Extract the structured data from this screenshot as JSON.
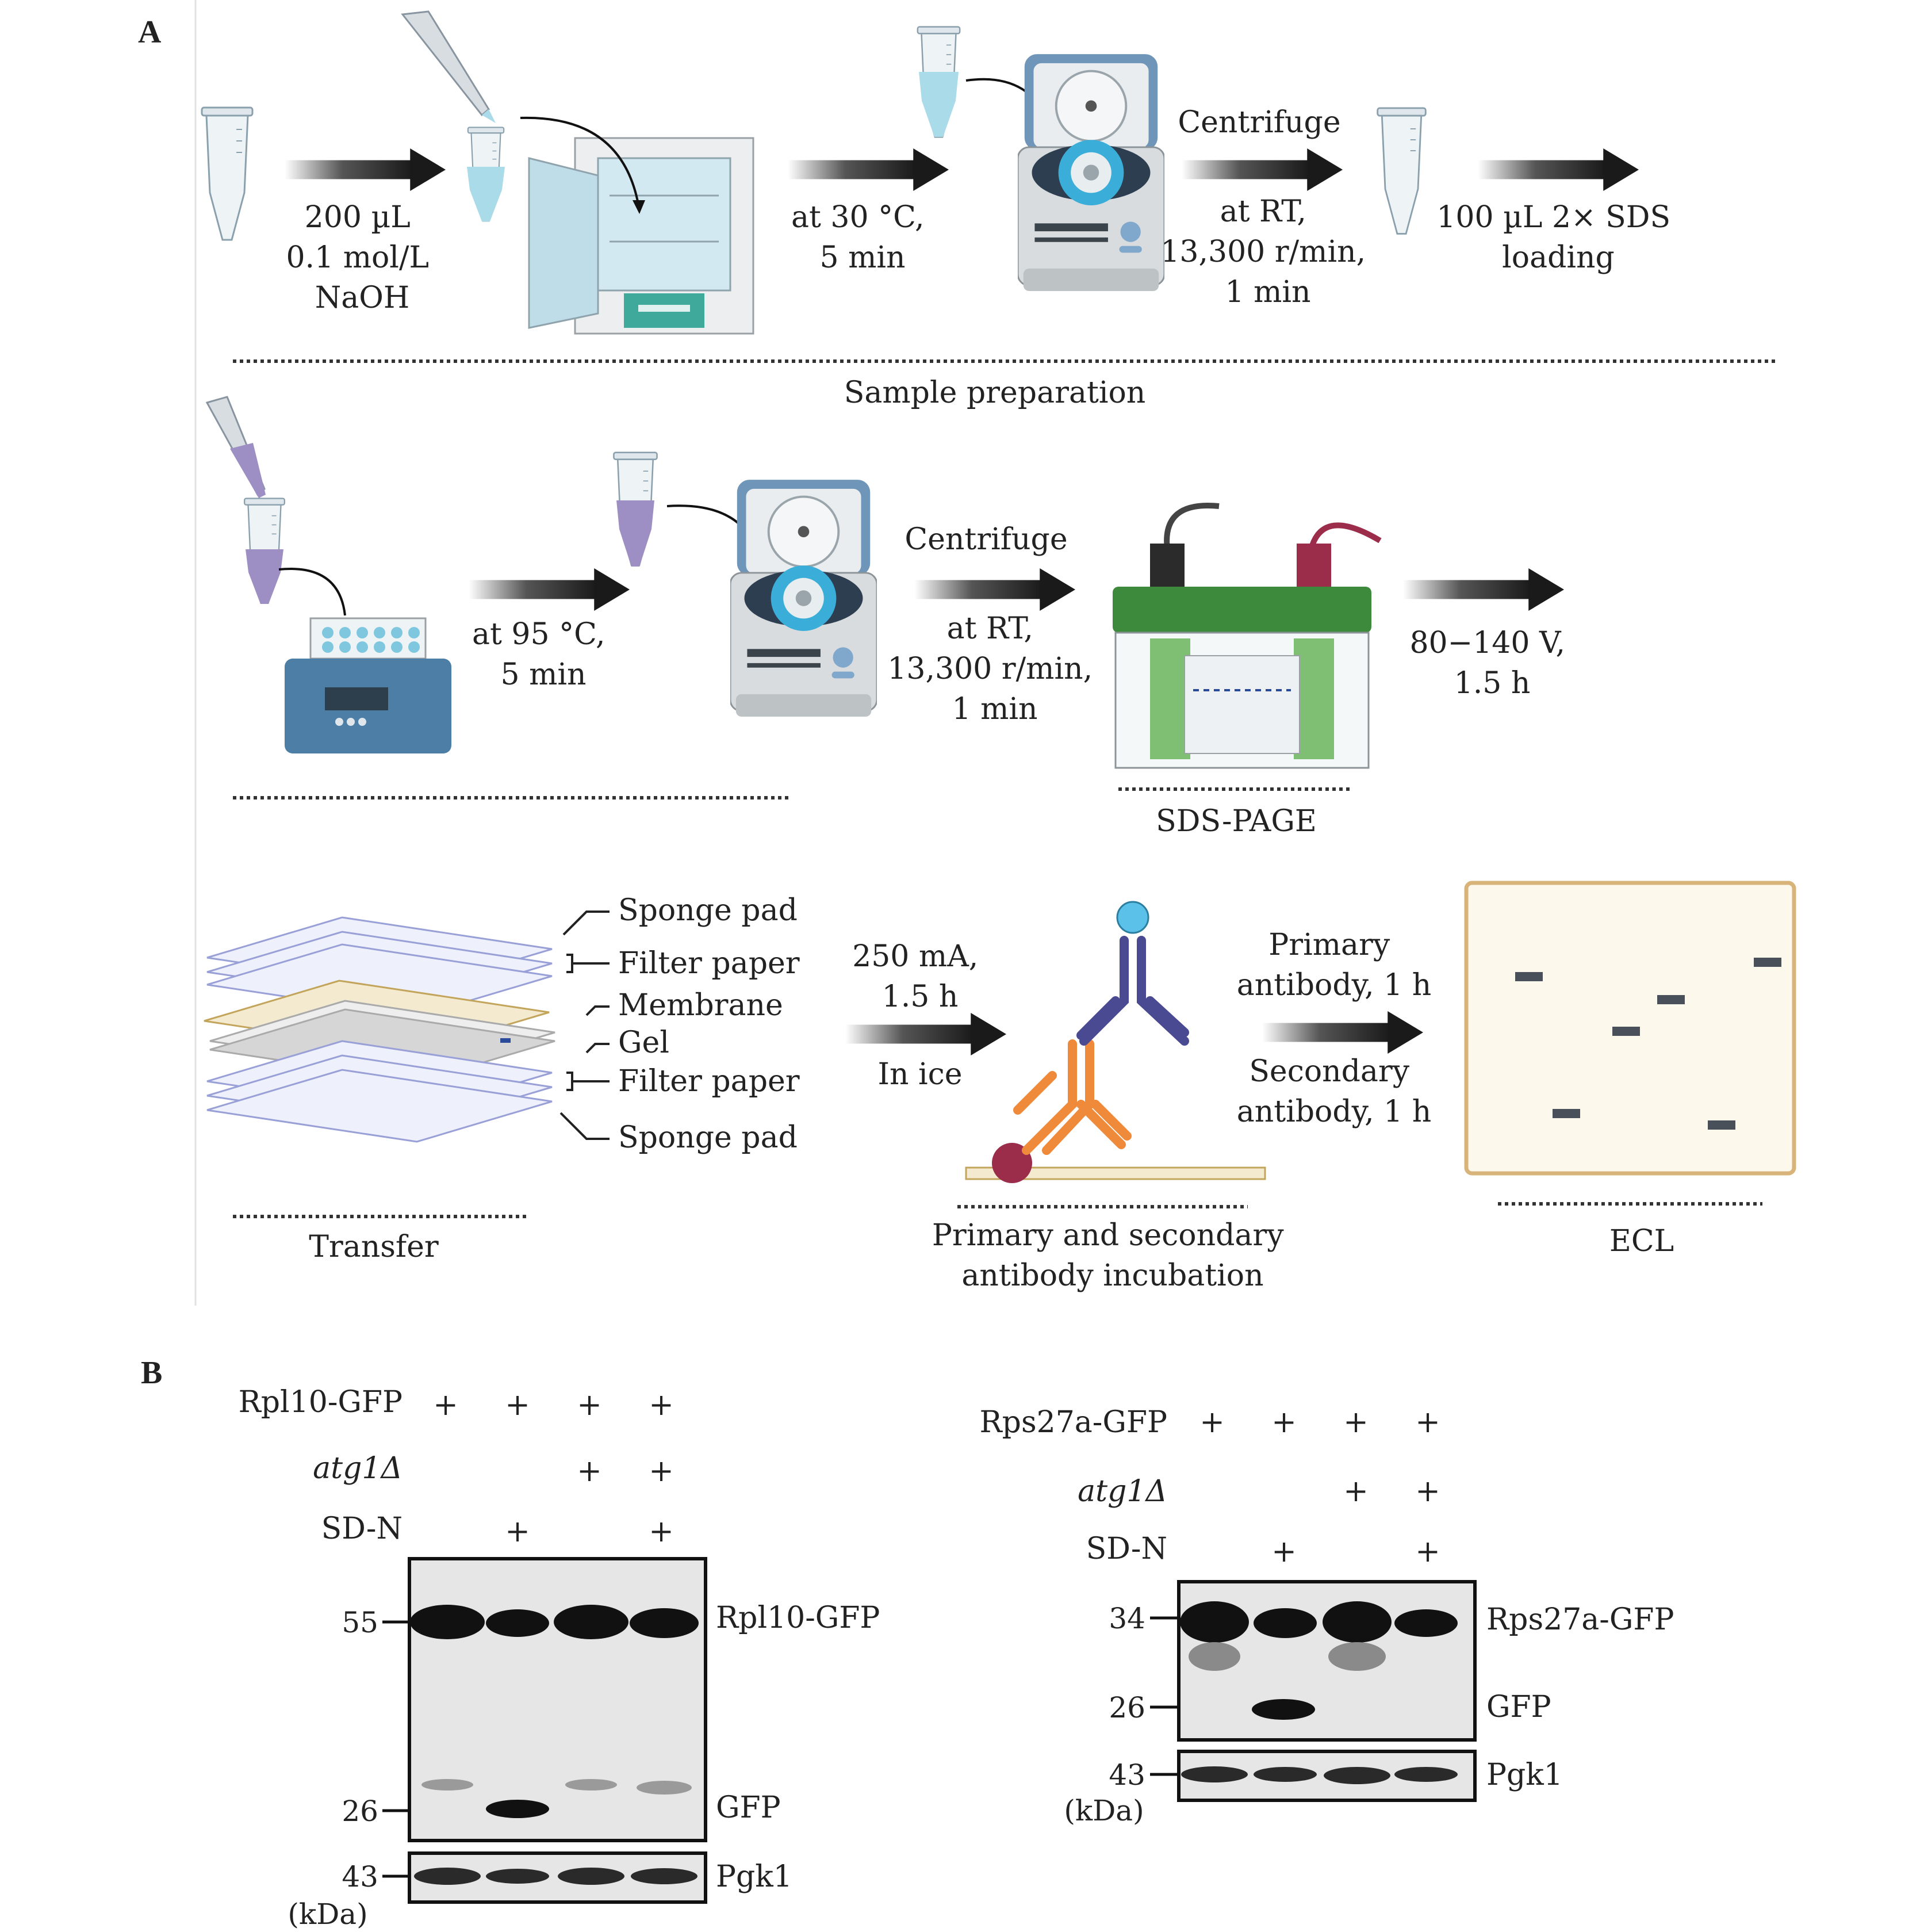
{
  "panel_a": {
    "label": "A",
    "row1": {
      "step1": [
        "200 µL",
        "0.1 mol/L",
        "NaOH"
      ],
      "step2": [
        "at 30 °C,",
        "5 min"
      ],
      "centrifuge_title": "Centrifuge",
      "centrifuge_cond": [
        "at RT,",
        "13,300 r/min,",
        "1 min"
      ],
      "step4": [
        "100 µL 2× SDS",
        "loading"
      ],
      "section": "Sample preparation"
    },
    "row2": {
      "step1": [
        "at 95 °C,",
        "5 min"
      ],
      "centrifuge_title": "Centrifuge",
      "centrifuge_cond": [
        "at RT,",
        "13,300 r/min,",
        "1 min"
      ],
      "voltage": [
        "80−140 V,",
        "1.5 h"
      ],
      "section": "SDS-PAGE"
    },
    "row3": {
      "stack_labels": [
        "Sponge pad",
        "Filter paper",
        "Membrane",
        "Gel",
        "Filter paper",
        "Sponge pad"
      ],
      "transfer_cond": [
        "250 mA,",
        "1.5 h"
      ],
      "transfer_ice": "In ice",
      "transfer_section": "Transfer",
      "primary": [
        "Primary",
        "antibody, 1 h"
      ],
      "secondary": [
        "Secondary",
        "antibody, 1 h"
      ],
      "incubation_section": [
        "Primary and secondary",
        "antibody incubation"
      ],
      "ecl_section": "ECL"
    }
  },
  "panel_b": {
    "label": "B",
    "left_blot": {
      "rows": [
        {
          "label": "Rpl10-GFP",
          "italic": false,
          "marks": [
            "+",
            "+",
            "+",
            "+"
          ]
        },
        {
          "label": "atg1Δ",
          "italic": true,
          "marks": [
            "",
            "",
            "+",
            "+"
          ]
        },
        {
          "label": "SD-N",
          "italic": false,
          "marks": [
            "",
            "+",
            "",
            "+"
          ]
        }
      ],
      "markers_main": [
        "55",
        "26"
      ],
      "marker_pgk": "43",
      "unit": "(kDa)",
      "band_labels": [
        "Rpl10-GFP",
        "GFP",
        "Pgk1"
      ]
    },
    "right_blot": {
      "rows": [
        {
          "label": "Rps27a-GFP",
          "italic": false,
          "marks": [
            "+",
            "+",
            "+",
            "+"
          ]
        },
        {
          "label": "atg1Δ",
          "italic": true,
          "marks": [
            "",
            "",
            "+",
            "+"
          ]
        },
        {
          "label": "SD-N",
          "italic": false,
          "marks": [
            "",
            "+",
            "",
            "+"
          ]
        }
      ],
      "markers_main": [
        "34",
        "26"
      ],
      "marker_pgk": "43",
      "unit": "(kDa)",
      "band_labels": [
        "Rps27a-GFP",
        "GFP",
        "Pgk1"
      ]
    }
  },
  "colors": {
    "tube_liquid_row1": "#a9dbe8",
    "tube_liquid_row2": "#9d8fc4",
    "centrifuge_lid": "#6f95b8",
    "gel_box_green": "#3e8a3c",
    "membrane": "#f3ead0",
    "antibody_primary": "#4a4a93",
    "antibody_secondary": "#ee8a3a",
    "ecl_border": "#d9b47a"
  },
  "icons": [
    "tube-icon",
    "pipette-icon",
    "incubator-icon",
    "centrifuge-icon",
    "heat-block-icon",
    "gel-box-icon",
    "antibody-icon",
    "arrow-icon"
  ]
}
